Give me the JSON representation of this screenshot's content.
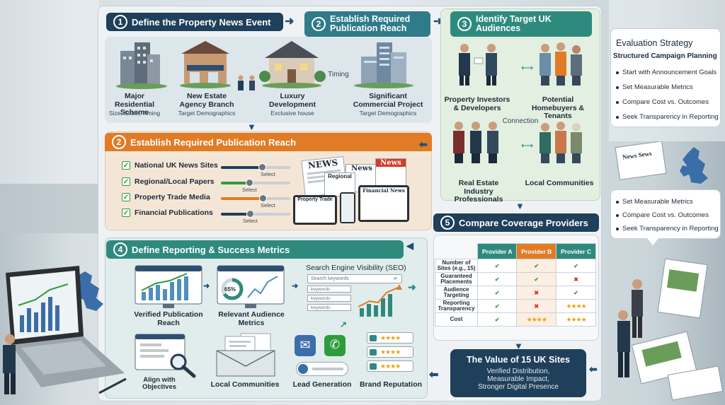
{
  "step1": {
    "num": "1",
    "title": "Define the Property News Event",
    "items": [
      {
        "label": "Major Residential Scheme",
        "sub": "Size, Scale, Timing"
      },
      {
        "label": "New Estate Agency Branch",
        "sub": "Target Demographics"
      },
      {
        "label": "Luxury Development",
        "sub": "Exclusive house"
      },
      {
        "label": "Significant Commercial Project",
        "sub": "Target Demographics"
      }
    ],
    "timing": "Timing"
  },
  "step2_top": {
    "num": "2",
    "title": "Establish Required Publication Reach"
  },
  "step2": {
    "num": "2",
    "title": "Establish Required Publication Reach",
    "checklist": [
      "National UK News Sites",
      "Regional/Local Papers",
      "Property Trade Media",
      "Financial Publications"
    ],
    "select_label": "Select",
    "papers": [
      "NEWS",
      "News",
      "Regional",
      "News",
      "Financial News",
      "Property Trade"
    ]
  },
  "step3": {
    "num": "3",
    "title": "Identify Target UK Audiences",
    "audiences": [
      "Property Investors & Developers",
      "Potential Homebuyers & Tenants",
      "Real Estate Industry Professionals",
      "Local Communities"
    ],
    "connection": "Connection"
  },
  "step4": {
    "num": "4",
    "title": "Define Reporting & Success Metrics",
    "metrics": [
      "Verified Publication Reach",
      "Relevant Audience Metrics"
    ],
    "gauge": "65%",
    "seo": {
      "title": "Search Engine Visibility (SEO)",
      "search_placeholder": "Search keywords",
      "keywords": [
        "keywords",
        "keywords",
        "keywords"
      ]
    },
    "bottom": [
      "Align with Objectives",
      "Local Communities",
      "Lead Generation",
      "Brand Reputation"
    ]
  },
  "step5": {
    "num": "5",
    "title": "Compare Coverage Providers",
    "providers": [
      "Provider A",
      "Provider B",
      "Provider C"
    ],
    "provider_colors": [
      "#2f8a7e",
      "#e07b26",
      "#2f8a7e"
    ],
    "rows": [
      {
        "label": "Number of Sites (e.g., 15)",
        "cells": [
          "check",
          "check",
          "check"
        ]
      },
      {
        "label": "Guaranteed Placements",
        "cells": [
          "check",
          "check",
          "cross"
        ]
      },
      {
        "label": "Audience Targeting",
        "cells": [
          "check",
          "cross",
          "check"
        ]
      },
      {
        "label": "Reporting Transparency",
        "cells": [
          "check",
          "cross",
          "stars"
        ]
      },
      {
        "label": "Cost",
        "cells": [
          "check",
          "stars",
          "stars"
        ]
      }
    ]
  },
  "value": {
    "title": "The Value of 15 UK Sites",
    "lines": [
      "Verified Distribution,",
      "Measurable Impact,",
      "Stronger Digital Presence"
    ]
  },
  "evaluation": {
    "title": "Evaluation Strategy",
    "subtitle": "Structured Campaign Planning",
    "items": [
      "Start with Announcement Goals",
      "Set Measurable Metrics",
      "Compare Cost vs. Outcomes",
      "Seek Transparency in Reporting"
    ]
  },
  "bubble": {
    "items": [
      "Set Measurable Metrics",
      "Compare Cost vs. Outcomes",
      "Seek Transparency in Reporting"
    ]
  },
  "colors": {
    "navy": "#1f3f5b",
    "teal": "#2f8a7e",
    "orange": "#e07b26",
    "green": "#2e9c3c",
    "red": "#d63a2b"
  },
  "icons": [
    "building-icon",
    "shop-icon",
    "house-icon",
    "office-icon",
    "newspaper-icon",
    "handshake-icon",
    "people-icon",
    "laptop-icon",
    "uk-map-icon",
    "magnifier-icon",
    "envelope-icon",
    "phone-icon",
    "chat-icon",
    "chart-icon",
    "star-icon"
  ]
}
